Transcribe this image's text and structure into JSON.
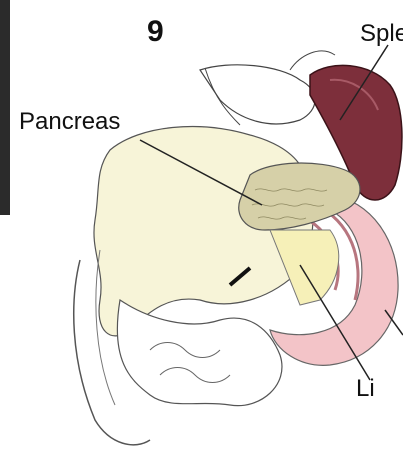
{
  "figure": {
    "number": "9",
    "labels": {
      "pancreas": "Pancreas",
      "spleen": "Sple",
      "ligament": "Li"
    }
  },
  "colors": {
    "spleen": "#7d2f3b",
    "pancreas": "#cfc79b",
    "colon_pink": "#f0b9bf",
    "omentum_yellow": "#f4f0c6",
    "outline": "#333333"
  }
}
